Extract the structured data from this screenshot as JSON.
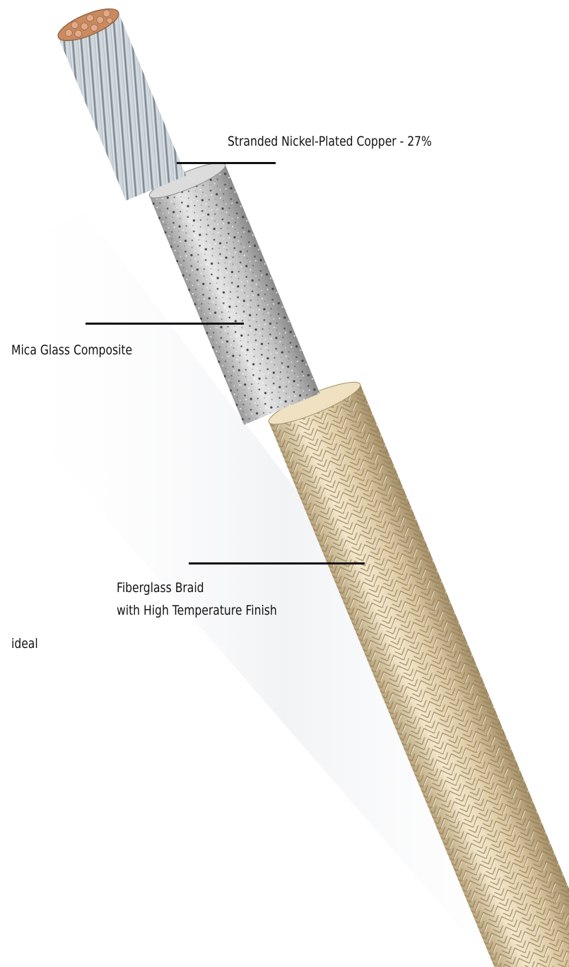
{
  "callouts": {
    "conductor": "Stranded Nickel-Plated Copper - 27%",
    "insulation": "Mica Glass Composite",
    "braid_line1": "Fiberglass Braid",
    "braid_line2": "with High Temperature Finish",
    "stray": "ideal"
  },
  "colors": {
    "copper": "#c98a5e",
    "nickel_strand": "#b9c4cc",
    "mica": "#c9c9c9",
    "braid": "#e7d7b4",
    "leader": "#111111"
  }
}
